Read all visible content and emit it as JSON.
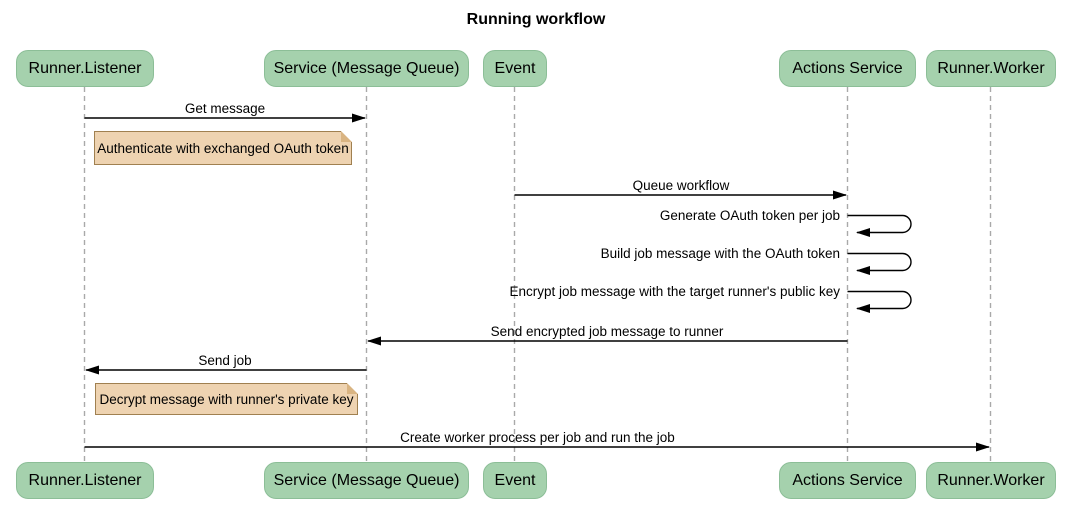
{
  "title": "Running workflow",
  "participants": [
    {
      "label": "Runner.Listener"
    },
    {
      "label": "Service (Message Queue)"
    },
    {
      "label": "Event"
    },
    {
      "label": "Actions Service"
    },
    {
      "label": "Runner.Worker"
    }
  ],
  "messages": [
    {
      "label": "Get message",
      "from": "Runner.Listener",
      "to": "Service (Message Queue)"
    },
    {
      "label": "Queue workflow",
      "from": "Event",
      "to": "Actions Service"
    },
    {
      "label": "Generate OAuth token per job",
      "from": "Actions Service",
      "to": "Actions Service",
      "self": true
    },
    {
      "label": "Build job message with the OAuth token",
      "from": "Actions Service",
      "to": "Actions Service",
      "self": true
    },
    {
      "label": "Encrypt job message with the target runner's public key",
      "from": "Actions Service",
      "to": "Actions Service",
      "self": true
    },
    {
      "label": "Send encrypted job message to runner",
      "from": "Actions Service",
      "to": "Service (Message Queue)"
    },
    {
      "label": "Send job",
      "from": "Service (Message Queue)",
      "to": "Runner.Listener"
    },
    {
      "label": "Create worker process per job and run the job",
      "from": "Runner.Listener",
      "to": "Runner.Worker"
    }
  ],
  "notes": [
    {
      "label": "Authenticate with exchanged OAuth token",
      "anchor": "Runner.Listener"
    },
    {
      "label": "Decrypt message with runner's private key",
      "anchor": "Runner.Listener"
    }
  ],
  "colors": {
    "actor_fill": "#A5D1AD",
    "actor_border": "#8CBE97",
    "note_fill": "#EED3B1",
    "note_border": "#A08050",
    "note_fold": "#D9B482",
    "line": "#000000",
    "lifeline": "#A9A9A9",
    "text": "#000000",
    "background": "#FFFFFF"
  }
}
